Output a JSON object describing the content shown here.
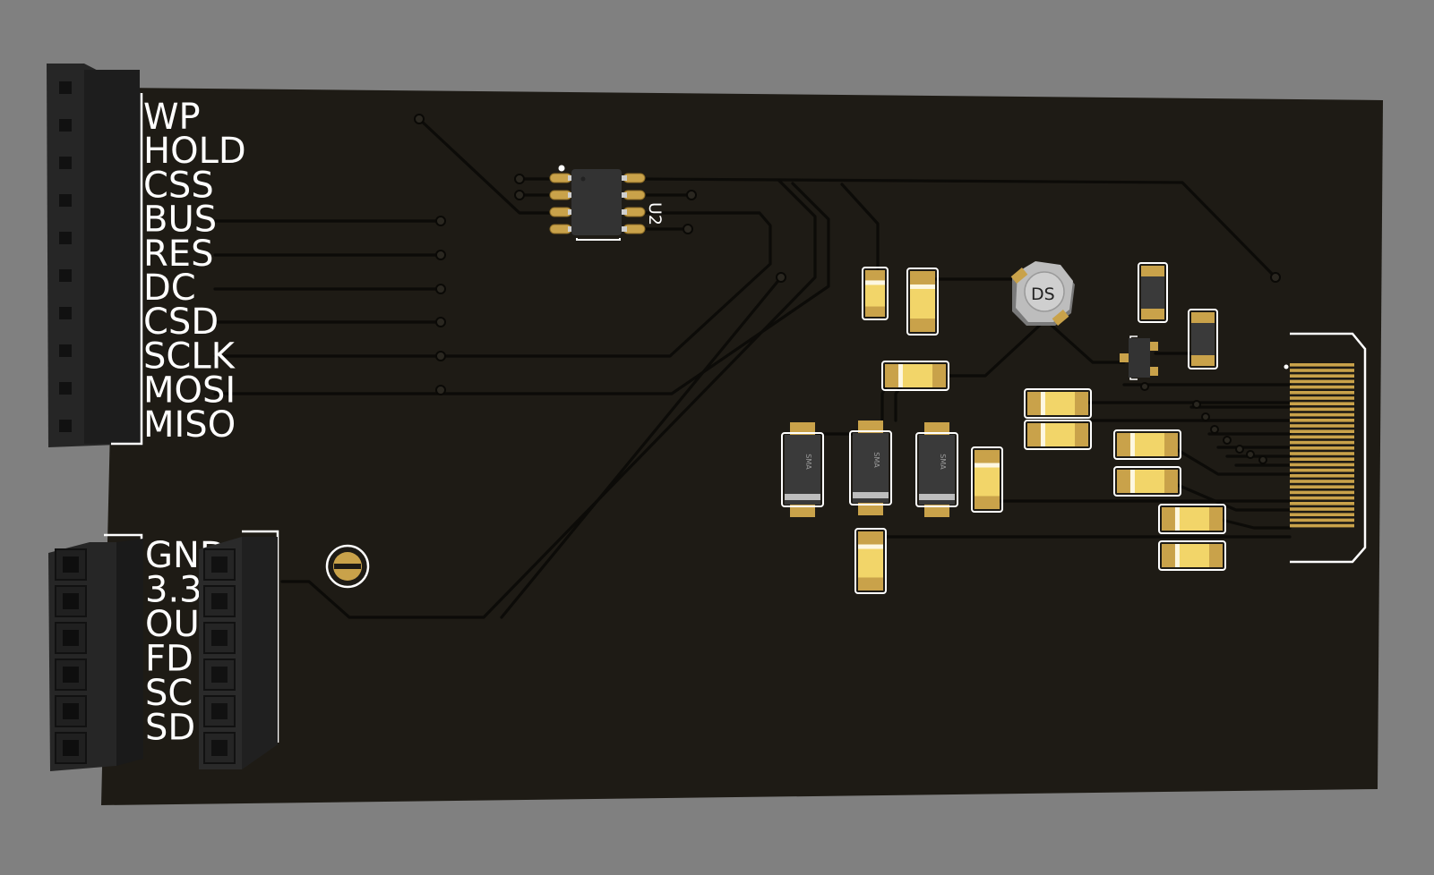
{
  "colors": {
    "background": "#808080",
    "board": "#1e1b15",
    "trace": "#0c0b08",
    "silkscreen": "#ffffff",
    "pad_gold": "#c9a24a",
    "pad_light": "#f2d569",
    "component_body": "#333333",
    "header_body": "#262626"
  },
  "top_header": {
    "pin_labels": [
      "WP",
      "HOLD",
      "CSS",
      "BUS",
      "RES",
      "DC",
      "CSD",
      "SCLK",
      "MOSI",
      "MISO"
    ]
  },
  "bottom_header": {
    "pin_labels": [
      "GND",
      "3.3",
      "OU",
      "FD",
      "SC",
      "SD"
    ]
  },
  "designators": {
    "flash_chip": "U2",
    "inductor": "DS",
    "diode_package": "SMA"
  }
}
